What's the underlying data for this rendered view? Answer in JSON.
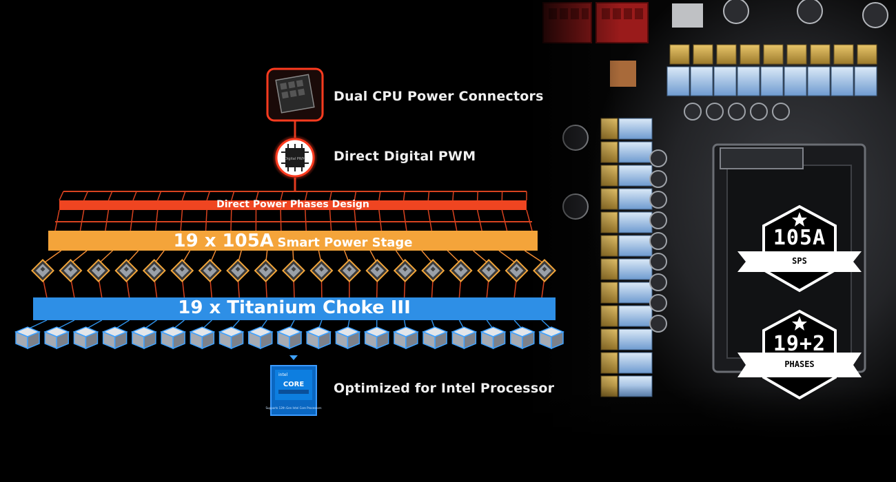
{
  "labels": {
    "cpu_power": "Dual CPU Power Connectors",
    "pwm": "Direct Digital PWM",
    "intel": "Optimized for Intel Processor"
  },
  "bars": {
    "phases_design": "Direct Power Phases Design",
    "power_stage_big": "19 x 105A",
    "power_stage_small": "Smart Power Stage",
    "choke": "19 x Titanium Choke III"
  },
  "chip_count": 19,
  "icons": {
    "pwm_chip_text": "Digital PWM",
    "intel_brand": "intel",
    "intel_core": "CORE",
    "intel_caption": "Supports 12th Gen Intel Core Processors"
  },
  "badges": {
    "sps_value": "105A",
    "sps_label": "SPS",
    "phases_value": "19+2",
    "phases_label": "PHASES"
  },
  "colors": {
    "background": "#000000",
    "phases_bar": "#ef4521",
    "stage_bar": "#f4a43a",
    "choke_bar": "#2e8fe6",
    "grid_red": "#d8431f",
    "grid_orange": "#f08a32",
    "connector_red": "#9a1b1b",
    "gold": "#c9a24a",
    "choke_blue": "#a8c6e6"
  }
}
